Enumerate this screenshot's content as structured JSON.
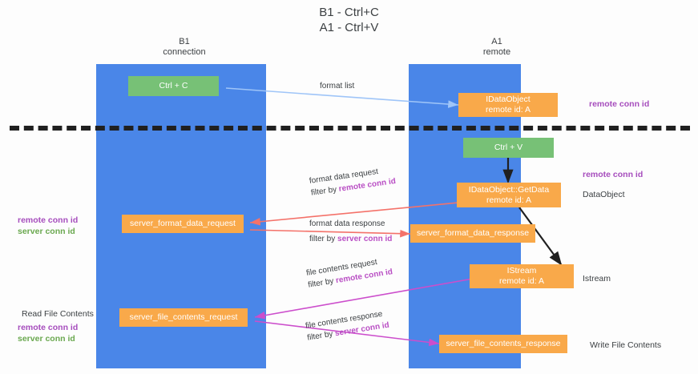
{
  "title": {
    "line1": "B1 - Ctrl+C",
    "line2": "A1 - Ctrl+V"
  },
  "columns": [
    {
      "name": "B1",
      "sub": "connection"
    },
    {
      "name": "A1",
      "sub": "remote"
    }
  ],
  "boxes": {
    "ctrl_c": "Ctrl + C",
    "idataobject": {
      "line1": "IDataObject",
      "line2": "remote id: A"
    },
    "ctrl_v": "Ctrl + V",
    "getdata": {
      "line1": "IDataObject::GetData",
      "line2": "remote id: A"
    },
    "istream": {
      "line1": "IStream",
      "line2": "remote id: A"
    },
    "server_format_data_request": "server_format_data_request",
    "server_format_data_response": "server_format_data_response",
    "server_file_contents_request": "server_file_contents_request",
    "server_file_contents_response": "server_file_contents_response"
  },
  "arrow_labels": {
    "format_list": "format list",
    "format_data_request": "format data request",
    "format_data_request_filter_prefix": "filter by ",
    "format_data_request_filter_key": "remote conn id",
    "format_data_response": "format data response",
    "format_data_response_filter_prefix": "filter by ",
    "format_data_response_filter_key": "server conn id",
    "file_contents_request": "file contents request",
    "file_contents_request_filter_prefix": "filter by ",
    "file_contents_request_filter_key": "remote conn id",
    "file_contents_response": "file contents response",
    "file_contents_response_filter_prefix": "filter by ",
    "file_contents_response_filter_key": "server conn id"
  },
  "annotations": {
    "right_top_remote_conn_id": "remote conn id",
    "right_mid_remote_conn_id": "remote conn id",
    "right_dataobject": "DataObject",
    "right_istream": "Istream",
    "right_write_file_contents": "Write File Contents",
    "left_remote_conn_id": "remote conn id",
    "left_server_conn_id": "server conn id",
    "left_read_file_contents": "Read File Contents",
    "left_remote_conn_id2": "remote conn id",
    "left_server_conn_id2": "server conn id"
  },
  "colors": {
    "lane": "#4a86e8",
    "green_box": "#77c176",
    "orange_box": "#f9a94a",
    "purple_text": "#a64dbd",
    "green_text": "#6aa84f",
    "arrow_blue": "#9fc5f8",
    "arrow_red": "#f4726a",
    "arrow_magenta": "#cc4ecc",
    "arrow_dark": "#202020",
    "divider": "#202020"
  }
}
